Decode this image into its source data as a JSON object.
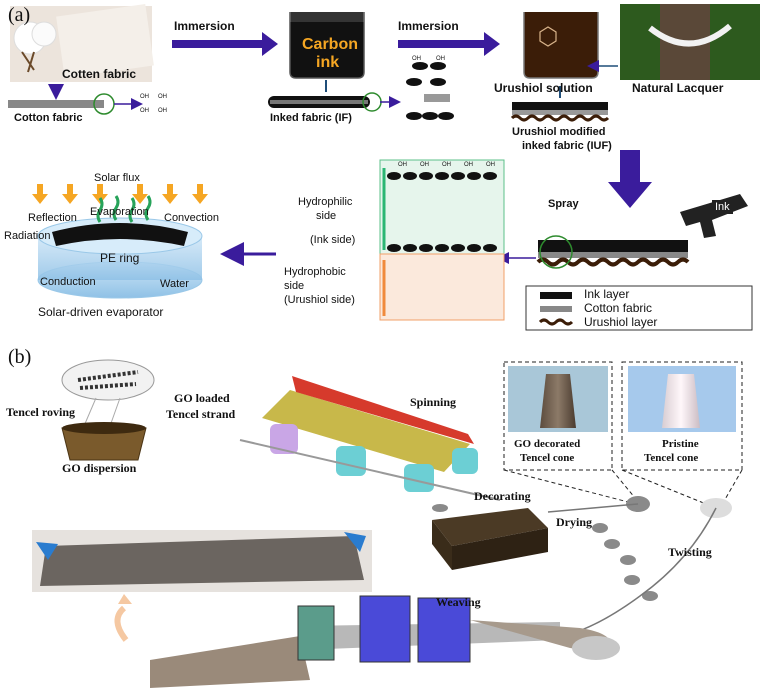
{
  "panel_a": {
    "letter": "(a)",
    "cotton_photo_label": "Cotten fabric",
    "cotton_strip_label": "Cotton fabric",
    "immersion_1": "Immersion",
    "immersion_2": "Immersion",
    "carbon_ink_line1": "Carbon",
    "carbon_ink_line2": "ink",
    "inked_fabric": "Inked fabric (IF)",
    "urushiol_solution": "Urushiol solution",
    "natural_lacquer": "Natural Lacquer",
    "iuf_line1": "Urushiol modified",
    "iuf_line2": "inked fabric (IUF)",
    "spray": "Spray",
    "ink_tag": "Ink",
    "hydrophilic_line1": "Hydrophilic",
    "hydrophilic_line2": "side",
    "hydrophilic_line3": "(Ink side)",
    "hydrophobic_line1": "Hydrophobic",
    "hydrophobic_line2": "side",
    "hydrophobic_line3": "(Urushiol side)",
    "legend": {
      "ink_layer": "Ink layer",
      "cotton_fabric": "Cotton fabric",
      "urushiol_layer": "Urushiol layer"
    },
    "evaporator": {
      "solar_flux": "Solar flux",
      "reflection": "Reflection",
      "evaporation": "Evaporation",
      "convection": "Convection",
      "radiation": "Radiation",
      "pe_ring": "PE ring",
      "conduction": "Conduction",
      "water": "Water",
      "caption": "Solar-driven evaporator"
    },
    "oh": "OH"
  },
  "panel_b": {
    "letter": "(b)",
    "tencel_roving": "Tencel roving",
    "go_loaded_line1": "GO loaded",
    "go_loaded_line2": "Tencel strand",
    "go_dispersion": "GO dispersion",
    "spinning": "Spinning",
    "decorated_line1": "GO decorated",
    "decorated_line2": "Tencel cone",
    "pristine_line1": "Pristine",
    "pristine_line2": "Tencel cone",
    "decorating": "Decorating",
    "drying": "Drying",
    "twisting": "Twisting",
    "weaving": "Weaving"
  },
  "colors": {
    "arrow_purple": "#3a1c9c",
    "ink_black": "#111111",
    "urushiol_brown": "#3b1d08",
    "sun_orange": "#f5a623",
    "hydrophilic_bg": "#e6f5ec",
    "hydrophobic_bg": "#fbe9dc"
  }
}
